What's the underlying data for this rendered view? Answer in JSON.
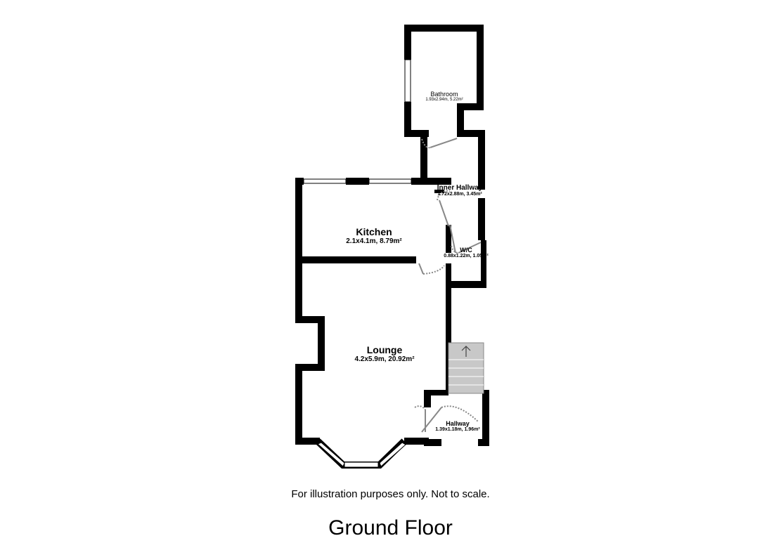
{
  "rooms": {
    "bathroom": {
      "name": "Bathroom",
      "dims": "1.93x2.94m, 5.22m²"
    },
    "inner_hallway": {
      "name": "Inner Hallway",
      "dims": "1.72x2.88m, 3.45m²"
    },
    "kitchen": {
      "name": "Kitchen",
      "dims": "2.1x4.1m, 8.79m²"
    },
    "wc": {
      "name": "W/C",
      "dims": "0.88x1.22m, 1.05m²"
    },
    "lounge": {
      "name": "Lounge",
      "dims": "4.2x5.9m, 20.92m²"
    },
    "hallway": {
      "name": "Hallway",
      "dims": "1.39x1.18m, 1.96m²"
    }
  },
  "note": "For illustration purposes only. Not to scale.",
  "floor_title": "Ground Floor",
  "colors": {
    "wall": "#000000",
    "stairs": "#c8c8c8",
    "door": "#888888"
  }
}
